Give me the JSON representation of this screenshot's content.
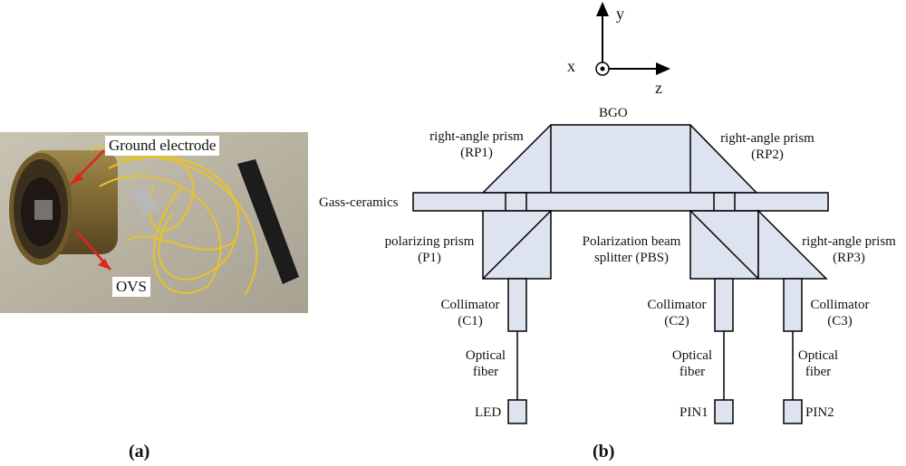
{
  "photo": {
    "ground_electrode_label": "Ground electrode",
    "ovs_label": "OVS",
    "caption": "(a)"
  },
  "diagram": {
    "caption": "(b)",
    "axes": {
      "y": "y",
      "x": "x",
      "z": "z"
    },
    "bgo": "BGO",
    "rp1": [
      "right-angle prism",
      "(RP1)"
    ],
    "rp2": [
      "right-angle prism",
      "(RP2)"
    ],
    "rp3": [
      "right-angle prism",
      "(RP3)"
    ],
    "glass": "Gass-ceramics",
    "p1": [
      "polarizing prism",
      "(P1)"
    ],
    "pbs": [
      "Polarization beam",
      "splitter (PBS)"
    ],
    "c1": [
      "Collimator",
      "(C1)"
    ],
    "c2": [
      "Collimator",
      "(C2)"
    ],
    "c3": [
      "Collimator",
      "(C3)"
    ],
    "fiber1": [
      "Optical",
      "fiber"
    ],
    "fiber2": [
      "Optical",
      "fiber"
    ],
    "fiber3": [
      "Optical",
      "fiber"
    ],
    "led": "LED",
    "pin1": "PIN1",
    "pin2": "PIN2"
  },
  "colors": {
    "fill": "#dde3ef",
    "stroke": "#000000",
    "arrow": "#e0241b"
  }
}
